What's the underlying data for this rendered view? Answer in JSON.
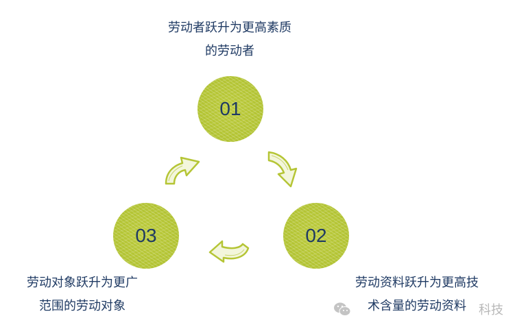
{
  "colors": {
    "circle": "#b5c535",
    "text": "#1f3a63",
    "arrow": "#b5c535",
    "watermark": "#b8b8b8"
  },
  "nodes": [
    {
      "number": "01",
      "label_lines": [
        "劳动者跃升为更高素质",
        "的劳动者"
      ]
    },
    {
      "number": "02",
      "label_lines": [
        "劳动资料跃升为更高技",
        "术含量的劳动资料"
      ]
    },
    {
      "number": "03",
      "label_lines": [
        "劳动对象跃升为更广",
        "范围的劳动对象"
      ]
    }
  ],
  "arrows": [
    {
      "from": "01",
      "to": "02",
      "icon": "curved-arrow-icon"
    },
    {
      "from": "02",
      "to": "03",
      "icon": "curved-arrow-icon"
    },
    {
      "from": "03",
      "to": "01",
      "icon": "curved-arrow-icon"
    }
  ],
  "watermark": {
    "icon": "wechat-icon",
    "text_visible": "科技"
  }
}
